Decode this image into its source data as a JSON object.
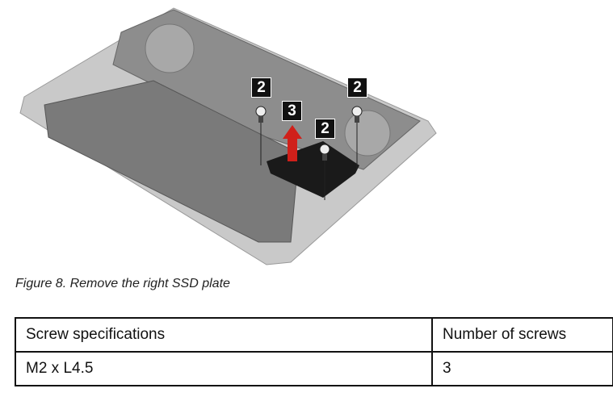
{
  "figure": {
    "callouts": [
      "2",
      "3",
      "2",
      "2"
    ]
  },
  "caption": "Figure 8. Remove the right SSD plate",
  "table": {
    "headers": [
      "Screw specifications",
      "Number of screws"
    ],
    "rows": [
      [
        "M2 x L4.5",
        "3"
      ]
    ]
  },
  "colors": {
    "arrow": "#d0201a",
    "plate": "#1a1a1a"
  }
}
